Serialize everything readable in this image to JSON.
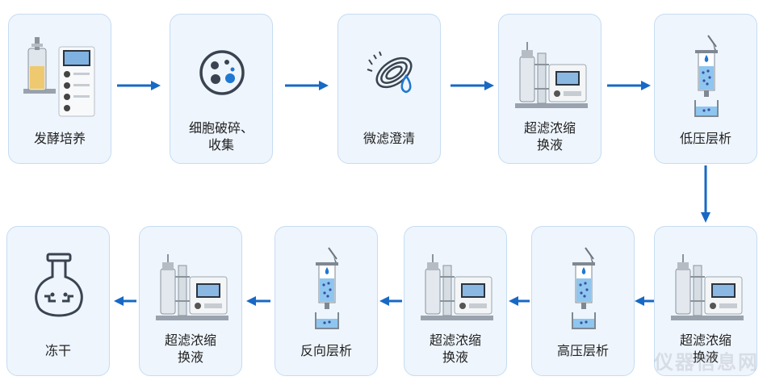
{
  "steps": [
    {
      "id": "fermentation",
      "lines": [
        "发酵培养"
      ]
    },
    {
      "id": "cell-disruption",
      "lines": [
        "细胞破碎、",
        "收集"
      ]
    },
    {
      "id": "microfiltration",
      "lines": [
        "微滤澄清"
      ]
    },
    {
      "id": "uf-1",
      "lines": [
        "超滤浓缩",
        "换液"
      ]
    },
    {
      "id": "low-pressure-chrom",
      "lines": [
        "低压层析"
      ]
    },
    {
      "id": "uf-2",
      "lines": [
        "超滤浓缩",
        "换液"
      ]
    },
    {
      "id": "high-pressure-chrom",
      "lines": [
        "高压层析"
      ]
    },
    {
      "id": "uf-3",
      "lines": [
        "超滤浓缩",
        "换液"
      ]
    },
    {
      "id": "reverse-phase-chrom",
      "lines": [
        "反向层析"
      ]
    },
    {
      "id": "uf-4",
      "lines": [
        "超滤浓缩",
        "换液"
      ]
    },
    {
      "id": "freeze-drying",
      "lines": [
        "冻干"
      ]
    }
  ],
  "watermark": "仪器信息网",
  "colors": {
    "card_bg": "#eef5fd",
    "card_border": "#c6dcf2",
    "arrow": "#1769c4",
    "liquid": "#8ec6ef"
  }
}
